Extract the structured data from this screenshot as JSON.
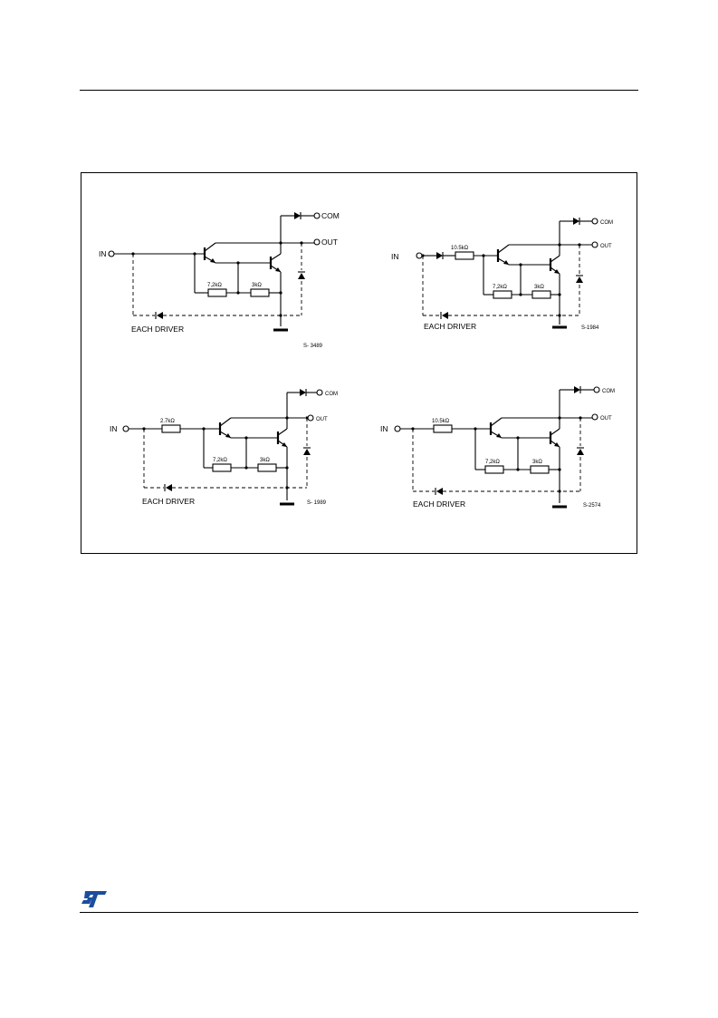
{
  "circuits": [
    {
      "resistors": [
        "",
        "7,2kΩ",
        "3kΩ"
      ],
      "has_input_diode": false,
      "pin_in": "IN",
      "pin_com": "COM",
      "pin_out": "OUT",
      "caption": "EACH DRIVER",
      "code": "S- 3489"
    },
    {
      "resistors": [
        "10.5kΩ",
        "7,2kΩ",
        "3kΩ"
      ],
      "has_input_diode": true,
      "pin_in": "IN",
      "pin_com": "COM",
      "pin_out": "OUT",
      "caption": "EACH DRIVER",
      "code": "S-1984"
    },
    {
      "resistors": [
        "2.7kΩ",
        "7,2kΩ",
        "3kΩ"
      ],
      "has_input_diode": false,
      "pin_in": "IN",
      "pin_com": "COM",
      "pin_out": "OUT",
      "caption": "EACH DRIVER",
      "code": "S- 1989"
    },
    {
      "resistors": [
        "10.5kΩ",
        "7,2kΩ",
        "3kΩ"
      ],
      "has_input_diode": false,
      "pin_in": "IN",
      "pin_com": "COM",
      "pin_out": "OUT",
      "caption": "EACH DRIVER",
      "code": "S-2574"
    }
  ],
  "logo_icon": "st-logo-icon"
}
